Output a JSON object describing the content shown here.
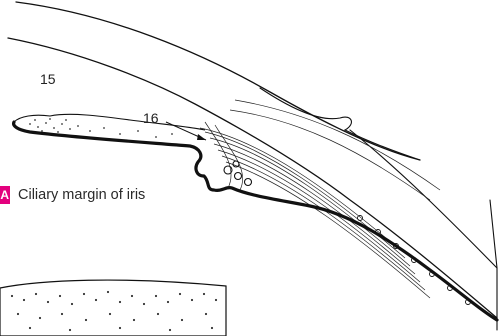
{
  "figure": {
    "callouts": [
      {
        "id": "15",
        "text": "15"
      },
      {
        "id": "16",
        "text": "16"
      }
    ],
    "caption": {
      "badge": "A",
      "text": "Ciliary margin of iris",
      "badge_color": "#e3007e"
    },
    "line_color": "#111111",
    "background": "#ffffff"
  }
}
